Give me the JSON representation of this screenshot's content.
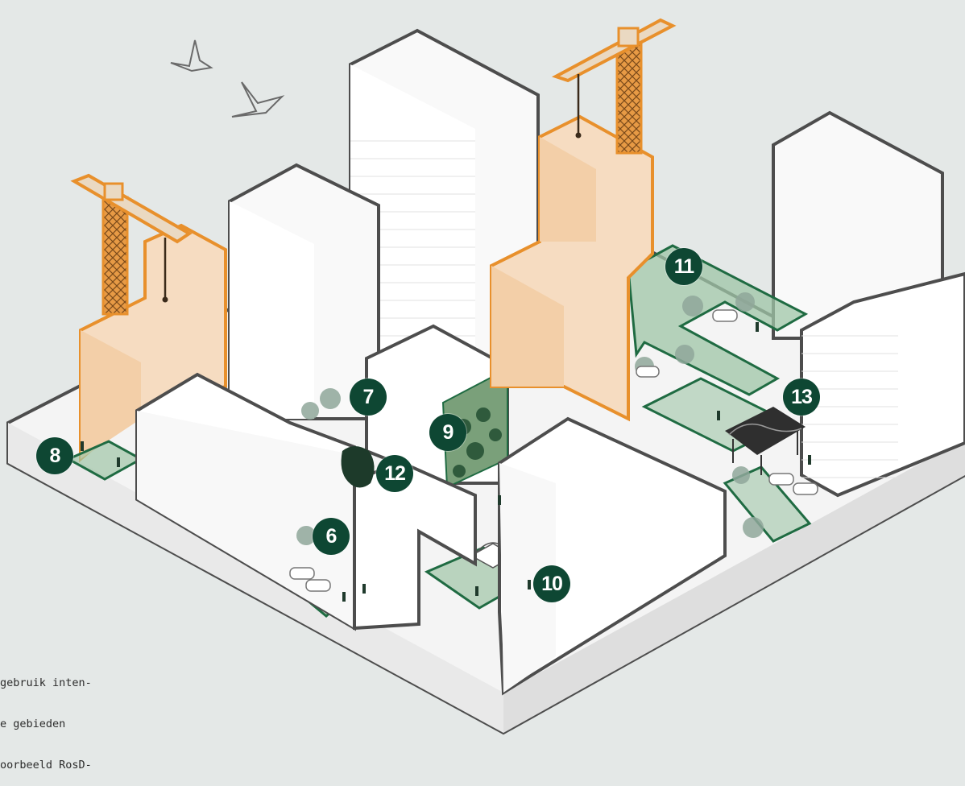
{
  "colors": {
    "background": "#e4e8e7",
    "building_fill": "#f8f8f8",
    "building_side": "#eeeeee",
    "building_outline": "#4d4d4d",
    "new_building_fill": "#f6dcc1",
    "new_building_outline": "#e8902c",
    "green_space": "#9fc5a7",
    "green_outline": "#1f6b42",
    "marker_fill": "#0e4733",
    "marker_text": "#ffffff"
  },
  "icons": {
    "birds": "bird-icon",
    "cranes": "construction-crane-icon",
    "trees": "tree-icon",
    "people": "person-icon",
    "cars": "car-icon",
    "greenhouse": "greenhouse-icon",
    "pavilion": "pavilion-icon"
  },
  "markers": [
    {
      "id": "m6",
      "label": "6"
    },
    {
      "id": "m7",
      "label": "7"
    },
    {
      "id": "m8",
      "label": "8"
    },
    {
      "id": "m9",
      "label": "9"
    },
    {
      "id": "m10",
      "label": "10"
    },
    {
      "id": "m11",
      "label": "11"
    },
    {
      "id": "m12",
      "label": "12"
    },
    {
      "id": "m13",
      "label": "13"
    }
  ],
  "caption": {
    "line1": "gebruik inten-",
    "line2": "e gebieden",
    "line3": "oorbeeld RosD-"
  }
}
